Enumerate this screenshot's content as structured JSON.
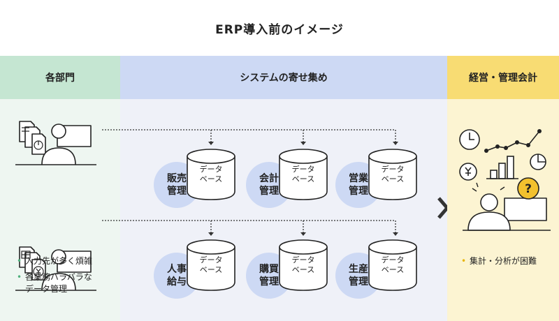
{
  "title": "ERP導入前のイメージ",
  "columns": {
    "dept": {
      "header": "各部門",
      "bullets": [
        "入力先が多く煩雑",
        "各業務バラバラな\nデータ管理"
      ]
    },
    "systems": {
      "header": "システムの寄せ集め",
      "db_label": "データ\nベース",
      "units_top": [
        {
          "label": "販売\n管理"
        },
        {
          "label": "会計\n管理"
        },
        {
          "label": "営業\n管理"
        }
      ],
      "units_bottom": [
        {
          "label": "人事\n給与"
        },
        {
          "label": "購買\n管理"
        },
        {
          "label": "生産\n管理"
        }
      ]
    },
    "mgmt": {
      "header": "経営・管理会計",
      "bullets": [
        "集計・分析が困難"
      ]
    }
  },
  "icons": {
    "user_with_documents": "user-with-documents-icon",
    "user_with_yen_documents": "user-with-yen-documents-icon",
    "manager_confused": "manager-confused-icon",
    "clock": "clock-icon",
    "chart": "line-chart-icon",
    "bar": "bar-chart-icon",
    "pie": "pie-chart-icon",
    "yen": "yen-icon",
    "question": "question-icon"
  },
  "colors": {
    "green_header": "#c5e6d2",
    "blue_header": "#cdd9f4",
    "yellow_header": "#f8dc73",
    "green_bullet": "#4fb07c",
    "gold_bullet": "#e8b400",
    "question_fill": "#f2c12e"
  }
}
